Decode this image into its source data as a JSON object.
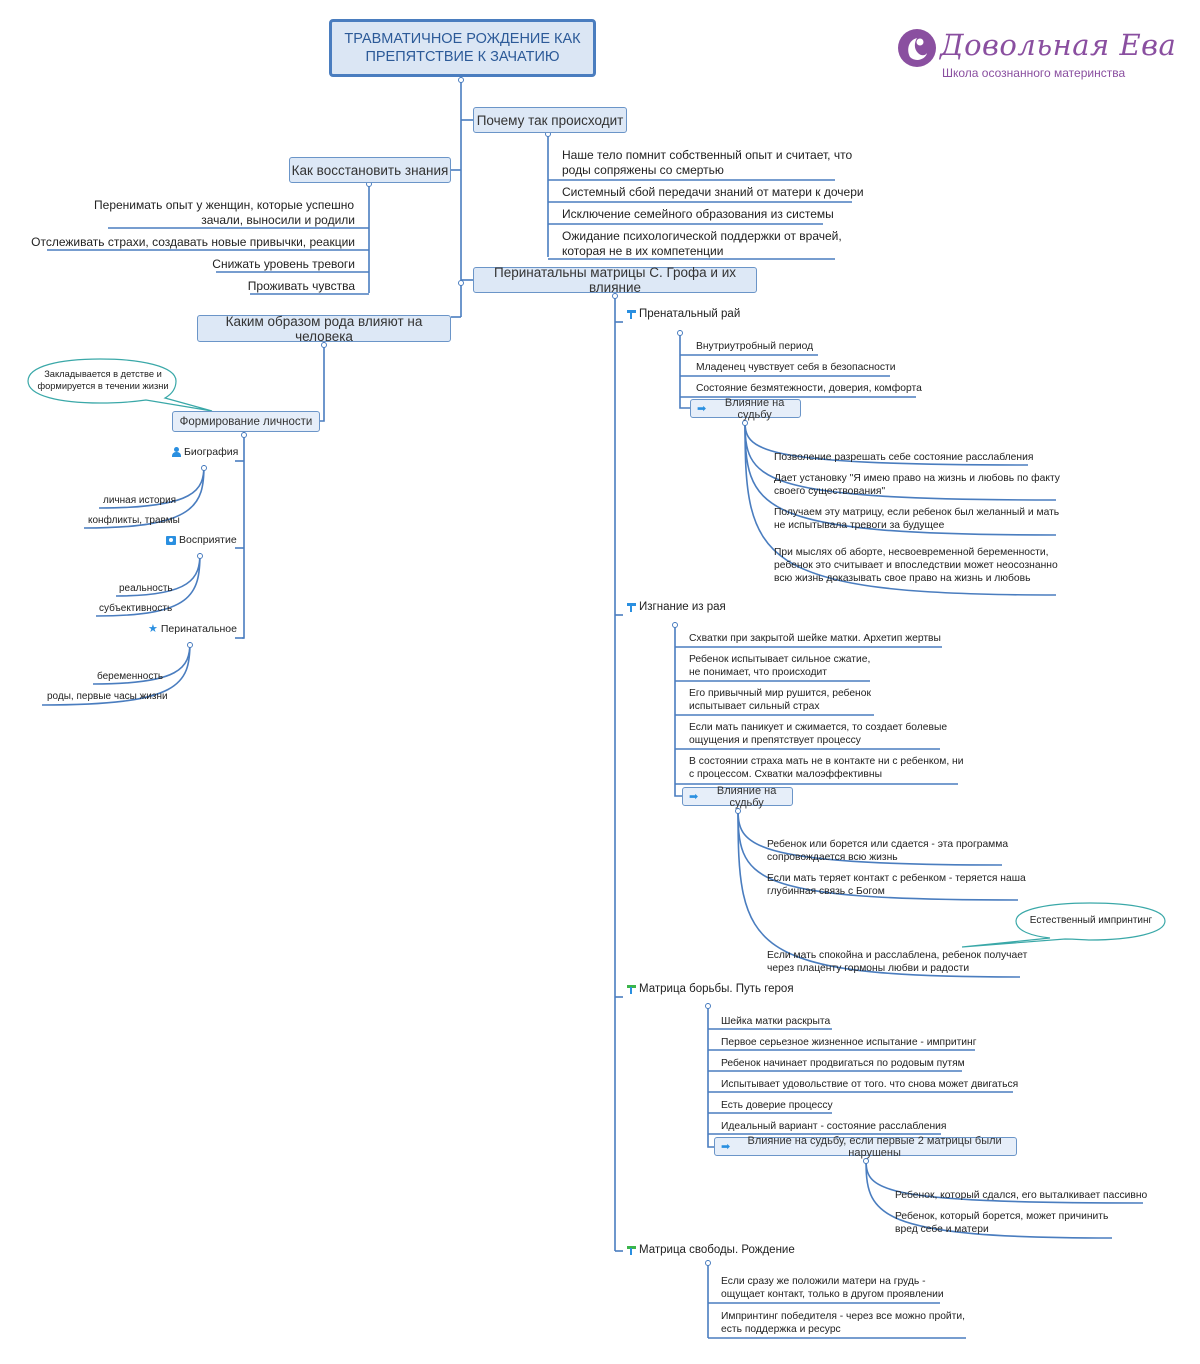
{
  "title": "ТРАВМАТИЧНОЕ РОЖДЕНИЕ КАК ПРЕПЯТСТВИЕ К ЗАЧАТИЮ",
  "logo": {
    "name": "Довольная Ева",
    "subtitle": "Школа осознанного материнства",
    "color": "#8a4fa0"
  },
  "colors": {
    "line": "#4a7dbf",
    "box_fill": "#dde8f6",
    "box_border": "#6b95c8",
    "callout": "#3aa8a8"
  },
  "why": {
    "label": "Почему так происходит",
    "items": [
      "Наше тело помнит собственный опыт и считает, что",
      "роды сопряжены со смертью",
      "Системный сбой передачи знаний от матери к дочери",
      "Исключение семейного образования из системы",
      "Ожидание психологической поддержки от врачей,",
      "которая не в их компетенции"
    ]
  },
  "restore": {
    "label": "Как восстановить знания",
    "items": [
      "Перенимать опыт у женщин, которые успешно",
      "зачали, выносили и родили",
      "Отслеживать страхи, создавать новые привычки, реакции",
      "Снижать уровень тревоги",
      "Проживать чувства"
    ]
  },
  "influence": {
    "label": "Каким образом рода влияют на человека",
    "personality": "Формирование личности",
    "callout": [
      "Закладывается в детстве и",
      "формируется в течении жизни"
    ],
    "bio": {
      "label": "Биография",
      "items": [
        "личная история",
        "конфликты, травмы"
      ]
    },
    "perception": {
      "label": "Восприятие",
      "items": [
        "реальность",
        "субъективность"
      ]
    },
    "perinatal": {
      "label": "Перинатальное",
      "items": [
        "беременность",
        "роды, первые часы жизни"
      ]
    }
  },
  "matrices": {
    "label": "Перинатальны матрицы С. Грофа и их влияние",
    "m1": {
      "label": "Пренатальный рай",
      "items": [
        "Внутриутробный период",
        "Младенец чувствует себя в безопасности",
        "Состояние безмятежности, доверия, комфорта"
      ],
      "fate": "Влияние на судьбу",
      "fate_items": [
        "Позволение разрешать себе состояние расслабления",
        "Дает установку \"Я имею право на жизнь и любовь по факту",
        "своего существования\"",
        "Получаем эту матрицу, если ребенок был желанный и мать",
        "не испытывала тревоги за будущее",
        "При мыслях об аборте, несвоевременной беременности,",
        "ребенок это считывает и впоследствии может неосознанно",
        "всю жизнь доказывать свое право на жизнь и любовь"
      ]
    },
    "m2": {
      "label": "Изгнание из рая",
      "items": [
        "Схватки  при закрытой шейке матки. Архетип жертвы",
        "Ребенок испытывает сильное сжатие,",
        "не понимает, что происходит",
        "Его привычный мир рушится, ребенок",
        "испытывает сильный страх",
        "Если мать паникует и сжимается, то создает болевые",
        "ощущения и препятствует процессу",
        "В состоянии страха мать не в контакте ни с ребенком, ни",
        "с процессом. Схватки малоэффективны"
      ],
      "fate": "Влияние на судьбу",
      "fate_items": [
        "Ребенок или борется или сдается - эта программа",
        "сопровождается всю жизнь",
        "Если мать теряет контакт с ребенком - теряется наша",
        "глубинная связь с Богом",
        "Если мать спокойна и расслаблена, ребенок получает",
        "через плаценту гормоны любви и радости"
      ],
      "callout": "Естественный импринтинг"
    },
    "m3": {
      "label": "Матрица борьбы. Путь героя",
      "items": [
        "Шейка матки раскрыта",
        "Первое серьезное жизненное испытание - импритинг",
        "Ребенок начинает продвигаться по родовым путям",
        "Испытывает удовольствие от того. что снова может двигаться",
        "Есть доверие процессу",
        "Идеальный вариант - состояние расслабления"
      ],
      "fate": "Влияние на судьбу, если первые 2 матрицы были нарушены",
      "fate_items": [
        "Ребенок, который сдался, его выталкивает пассивно",
        "Ребенок, который борется, может причинить",
        "вред себе и матери"
      ]
    },
    "m4": {
      "label": "Матрица свободы. Рождение",
      "items": [
        "Если сразу же положили матери на грудь -",
        "ощущает контакт, только в другом проявлении",
        "Импринтинг победителя - через все можно пройти,",
        "есть поддержка и ресурс"
      ]
    }
  }
}
